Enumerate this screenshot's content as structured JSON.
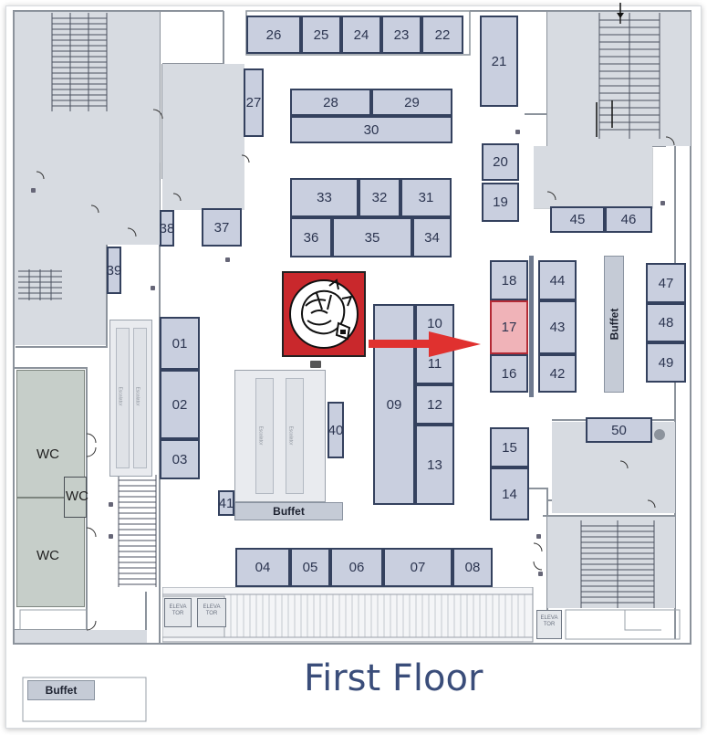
{
  "title": "First Floor",
  "booths": [
    "26",
    "25",
    "24",
    "23",
    "22",
    "21",
    "27",
    "28",
    "29",
    "30",
    "20",
    "19",
    "33",
    "32",
    "31",
    "36",
    "35",
    "34",
    "38",
    "37",
    "45",
    "46",
    "39",
    "18",
    "44",
    "47",
    "17",
    "43",
    "48",
    "10",
    "11",
    "12",
    "13",
    "09",
    "01",
    "02",
    "03",
    "16",
    "42",
    "49",
    "15",
    "14",
    "40",
    "41",
    "50",
    "04",
    "05",
    "06",
    "07",
    "08"
  ],
  "highlighted_booth": "17",
  "rooms": {
    "wc_1": "WC",
    "wc_2": "WC",
    "wc_3": "WC"
  },
  "buffets": {
    "center": "Buffet",
    "right": "Buffet",
    "bottom_left": "Buffet"
  },
  "elevators": {
    "e1": "ELEVA TOR",
    "e2": "ELEVA TOR",
    "e3": "ELEVA TOR"
  },
  "escalators": {
    "label": "Escalator"
  },
  "colors": {
    "booth_fill": "#c9cfdf",
    "booth_border": "#34415e",
    "highlight_fill": "#f0b3b8",
    "highlight_border": "#b32a35",
    "arrow": "#e0312f",
    "title": "#3a4d7a"
  },
  "icons": {
    "logo": "mascot-logo",
    "arrow": "arrow-right-icon"
  }
}
